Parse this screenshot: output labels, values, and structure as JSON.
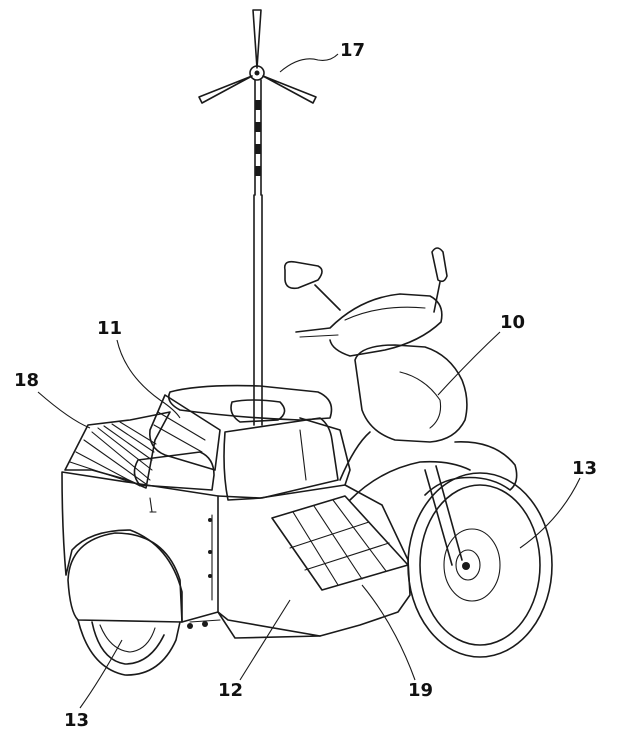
{
  "callouts": {
    "wind_turbine": "17",
    "motorcycle": "10",
    "sidecar_seat": "11",
    "solar_canopy": "18",
    "front_wheel": "13",
    "sidecar_wheel": "13",
    "sidecar_body": "12",
    "solar_panel": "19"
  },
  "colors": {
    "line": "#1a1a1a",
    "background": "#ffffff"
  }
}
